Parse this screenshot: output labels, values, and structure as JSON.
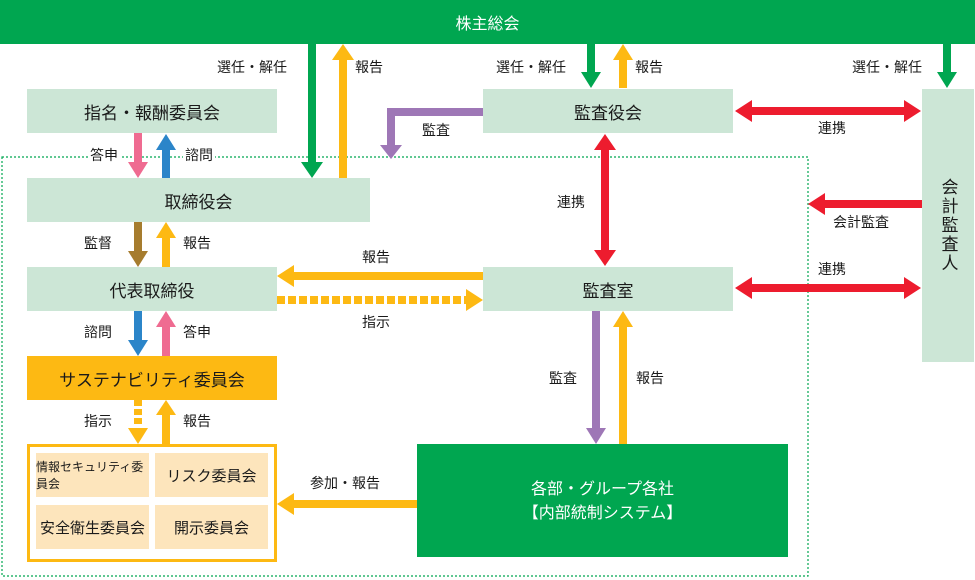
{
  "colors": {
    "green": "#00a650",
    "light_green": "#cce6d6",
    "amber": "#fdb913",
    "light_amber": "#fde5bc",
    "red": "#ed1c2e",
    "purple": "#9e77b6",
    "blue": "#2b85c9",
    "pink": "#ef6b91",
    "brown": "#a67c2e"
  },
  "nodes": {
    "shareholders": "株主総会",
    "nomination": "指名・報酬委員会",
    "board": "取締役会",
    "ceo": "代表取締役",
    "sustainability": "サステナビリティ委員会",
    "audit_board": "監査役会",
    "audit_office": "監査室",
    "accounting_auditor": "会計監査人",
    "divisions_line1": "各部・グループ各社",
    "divisions_line2": "【内部統制システム】",
    "subcommittees": [
      "情報セキュリティ委員会",
      "リスク委員会",
      "安全衛生委員会",
      "開示委員会"
    ]
  },
  "labels": {
    "elect_board": "選任・解任",
    "report_board_sh": "報告",
    "elect_audit": "選任・解任",
    "report_audit_sh": "報告",
    "elect_acct": "選任・解任",
    "audit_board_audit": "監査",
    "answer_nom": "答申",
    "consult_nom": "諮問",
    "supervise": "監督",
    "report_ceo_board": "報告",
    "consult_sus": "諮問",
    "answer_sus": "答申",
    "instruct_sub": "指示",
    "report_sub": "報告",
    "cooperate_audit_acct": "連携",
    "cooperate_audit_office": "連携",
    "accounting_audit": "会計監査",
    "cooperate_office_acct": "連携",
    "report_office_ceo": "報告",
    "instruct_ceo_office": "指示",
    "audit_office_div": "監査",
    "report_div_office": "報告",
    "participate_report": "参加・報告"
  }
}
